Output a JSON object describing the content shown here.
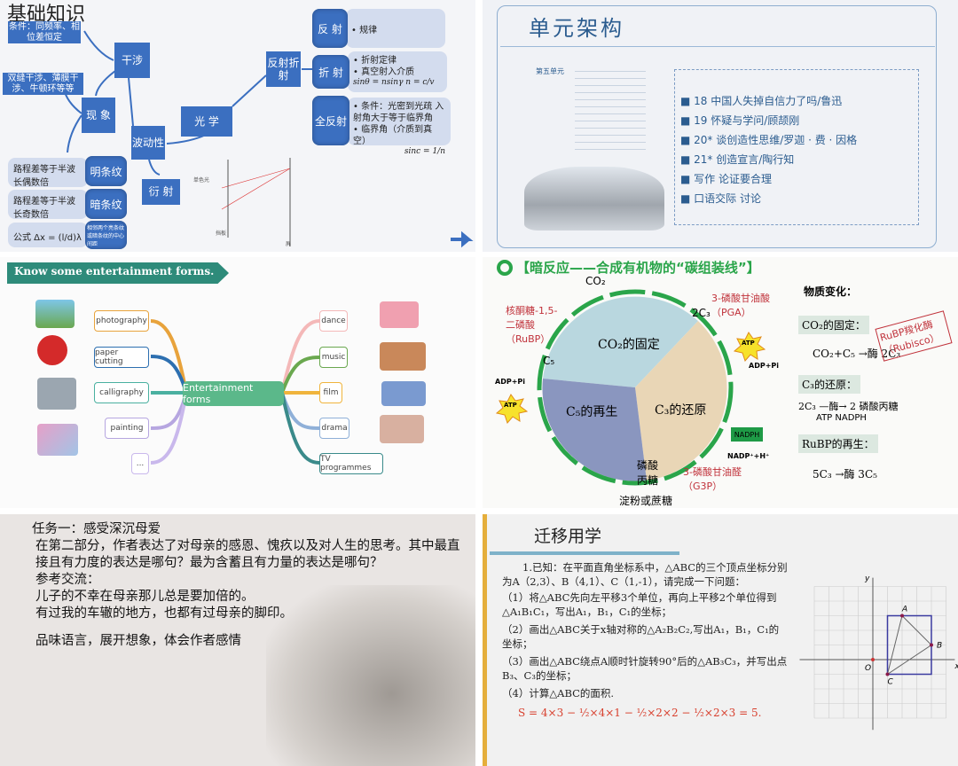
{
  "slide1": {
    "title": "基础知识",
    "cond": "条件：同频率、相位差恒定",
    "interference": "干涉",
    "examples": "双缝干涉、薄膜干涉、牛顿环等等",
    "phenomenon": "现 象",
    "wave": "波动性",
    "optics": "光 学",
    "diffraction": "衍 射",
    "reflect_refract": "反射折射",
    "reflection": "反 射",
    "reflection_items": [
      "规律"
    ],
    "refraction": "折 射",
    "refraction_items": [
      "折射定律",
      "真空射入介质"
    ],
    "refraction_formula": "sinθ = nsinγ     n = c/v",
    "total": "全反射",
    "total_items": [
      "条件：光密到光疏 入射角大于等于临界角",
      "临界角（介质到真空）"
    ],
    "total_formula": "sinc = 1/n",
    "bright_desc": "路程差等于半波长偶数倍",
    "bright": "明条纹",
    "dark_desc": "路程差等于半波长奇数倍",
    "dark": "暗条纹",
    "formula_desc": "公式   Δx = (l/d)λ",
    "formula_note": "相邻两个亮条纹或暗条纹的中心间距",
    "diagram_labels": {
      "light": "单色光",
      "board": "挡板",
      "screen": "屏"
    }
  },
  "slide2": {
    "title": "单元架构",
    "unit": "第五单元",
    "items": [
      "18  中国人失掉自信力了吗/鲁迅",
      "19  怀疑与学问/顾颉刚",
      "20*  谈创造性思维/罗迦 · 费 · 因格",
      "21*  创造宣言/陶行知",
      "写作  论证要合理",
      "口语交际  讨论"
    ]
  },
  "slide3": {
    "title": "Know some entertainment forms.",
    "center": "Entertainment forms",
    "left": [
      "photography",
      "paper cutting",
      "calligraphy",
      "painting",
      "..."
    ],
    "right": [
      "dance",
      "music",
      "film",
      "drama",
      "TV programmes"
    ],
    "colors": {
      "photography": "#e8a33c",
      "paper cutting": "#2d6fb0",
      "calligraphy": "#4ab0a0",
      "painting": "#b6a6e0",
      "...": "#c9b8ec",
      "dance": "#f4b8b8",
      "music": "#6aa84f",
      "film": "#f0b43c",
      "drama": "#8fb0d8",
      "TV programmes": "#3a8a8a"
    }
  },
  "slide4": {
    "title": "【暗反应——合成有机物的“碳组装线”】",
    "co2": "CO₂",
    "fixation": "CO₂的固定",
    "reduction": "C₃的还原",
    "regeneration": "C₅的再生",
    "pga": "3-磷酸甘油酸（PGA）",
    "two_c3": "2C₃",
    "rubp": "核酮糖-1,5-二磷酸（RuBP）",
    "c5": "C₅",
    "atp": "ATP",
    "adp": "ADP+Pi",
    "nadph": "NADPH",
    "nadp": "NADP⁺+H⁺",
    "g3p": "3-磷酸甘油醛（G3P）",
    "triose": "磷酸丙糖",
    "starch": "淀粉或蔗糖",
    "side_title": "物质变化：",
    "fix_label": "CO₂的固定：",
    "fix_eq": "CO₂+C₅ →酶 2C₃",
    "rubisco": "RuBP羧化酶（Rubisco）",
    "red_label": "C₃的还原：",
    "red_eq": "2C₃ —酶→ 2 磷酸丙糖",
    "red_sub": "ATP  NADPH",
    "regen_label": "RuBP的再生：",
    "regen_eq": "5C₃ →酶 3C₅"
  },
  "slide5": {
    "task": "任务一：感受深沉母爱",
    "p1": "在第二部分，作者表达了对母亲的感恩、愧疚以及对人生的思考。其中最直接且有力度的表达是哪句？最为含蓄且有力量的表达是哪句？",
    "ref": "参考交流：",
    "q1": "儿子的不幸在母亲那儿总是要加倍的。",
    "q2": "有过我的车辙的地方，也都有过母亲的脚印。",
    "end": "品味语言，展开想象，体会作者感情"
  },
  "slide6": {
    "title": "迁移用学",
    "intro": "1.已知：在平面直角坐标系中，△ABC的三个顶点坐标分别为A（2,3）、B（4,1）、C（1,-1），请完成一下问题：",
    "q1": "（1）将△ABC先向左平移3个单位，再向上平移2个单位得到△A₁B₁C₁，写出A₁，B₁，C₁的坐标；",
    "q2": "（2）画出△ABC关于x轴对称的△A₂B₂C₂,写出A₁，B₁，C₁的坐标；",
    "q3": "（3）画出△ABC绕点A顺时针旋转90°后的△AB₃C₃，并写出点B₃、C₃的坐标；",
    "q4": "（4）计算△ABC的面积.",
    "answer": "S = 4×3 − ½×4×1 − ½×2×2 − ½×2×3 = 5.",
    "graph": {
      "points": {
        "A": [
          2,
          3
        ],
        "B": [
          4,
          1
        ],
        "C": [
          1,
          -1
        ]
      },
      "origin": "O",
      "xlabel": "x",
      "ylabel": "y",
      "range": [
        -5,
        5
      ]
    }
  }
}
